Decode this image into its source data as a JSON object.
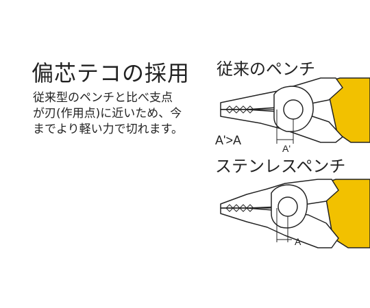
{
  "title": "偏芯テコの採用",
  "description": {
    "line1": "従来型のペンチと比べ支点",
    "line2": "が刃(作用点)に近いため、今",
    "line3": "までより軽い力で切れます。"
  },
  "top_diagram": {
    "label": "従来のペンチ",
    "comparison": "A'>A",
    "dimension_label": "A'"
  },
  "bottom_diagram": {
    "label": "ステンレスペンチ",
    "dimension_label": "A"
  },
  "colors": {
    "handle": "#f2c100",
    "outline": "#222222",
    "metal": "#ffffff"
  }
}
